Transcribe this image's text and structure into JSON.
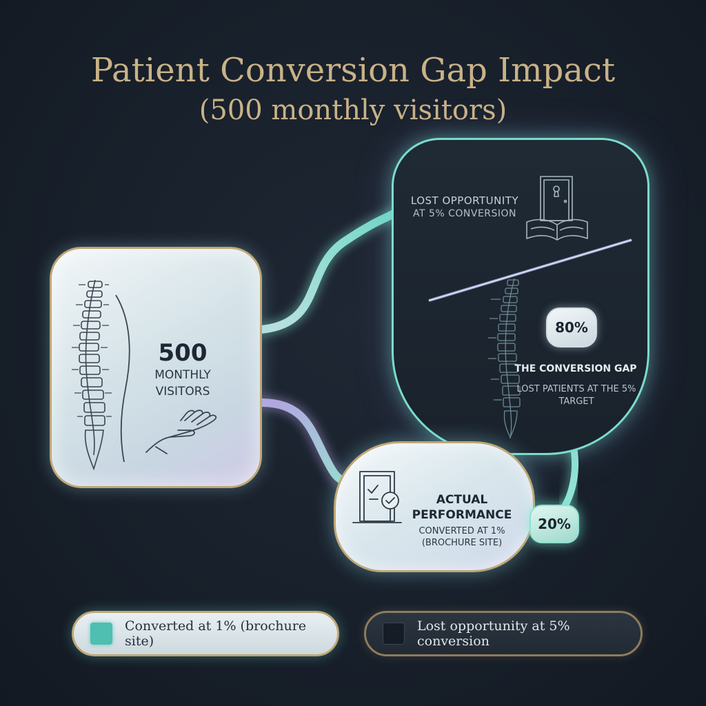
{
  "title": "Patient Conversion Gap Impact",
  "subtitle": "(500 monthly visitors)",
  "source_node": {
    "value": "500",
    "label": "MONTHLY VISITORS"
  },
  "lost_opportunity": {
    "title": "LOST OPPORTUNITY",
    "subtitle": "AT 5% CONVERSION"
  },
  "conversion_gap": {
    "percent": "80%",
    "title": "THE CONVERSION GAP",
    "subtitle": "LOST PATIENTS AT THE 5% TARGET"
  },
  "actual_performance": {
    "percent": "20%",
    "title": "ACTUAL PERFORMANCE",
    "subtitle": "CONVERTED AT 1% (BROCHURE SITE)"
  },
  "legend": [
    {
      "label": "Converted at 1% (brochure site)",
      "color": "#4ebfb1"
    },
    {
      "label": "Lost opportunity at 5% conversion",
      "color": "#161c25"
    }
  ],
  "colors": {
    "accent_teal": "#7bdccd",
    "accent_gold": "#bfa774",
    "accent_violet": "#b9a6e8",
    "background": "#18202b"
  },
  "icons": {
    "spine": "spine-icon",
    "hand": "open-hand-icon",
    "door_book": "door-book-icon",
    "door_check": "door-check-icon"
  }
}
